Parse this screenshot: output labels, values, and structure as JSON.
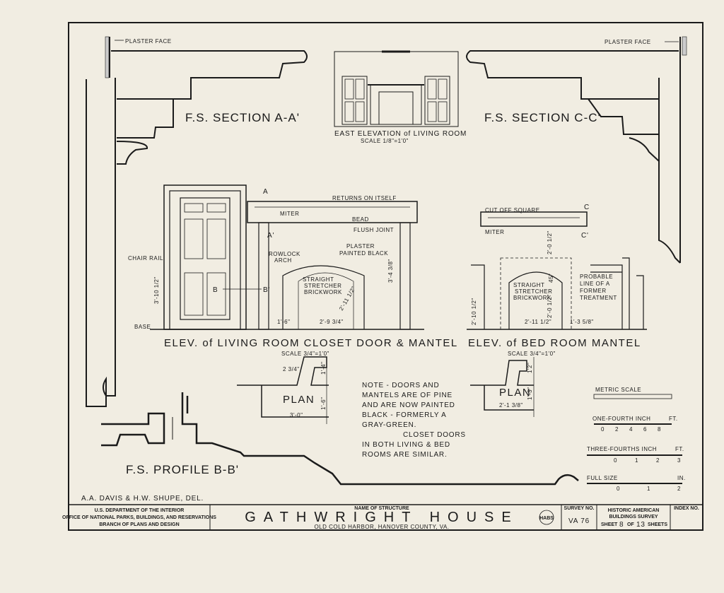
{
  "sheet": {
    "section_aa_label": "F.S. SECTION A-A'",
    "section_cc_label": "F.S. SECTION C-C'",
    "plaster_face_left": "PLASTER FACE",
    "plaster_face_right": "PLASTER FACE",
    "east_elevation_title": "EAST ELEVATION of LIVING ROOM",
    "east_elevation_scale": "SCALE 1/8\"=1'0\"",
    "living_elev_title": "ELEV. of LIVING ROOM CLOSET DOOR & MANTEL",
    "living_elev_scale": "SCALE 3/4\"=1'0\"",
    "bed_elev_title": "ELEV. of BED ROOM MANTEL",
    "bed_elev_scale": "SCALE 3/4\"=1'0\"",
    "profile_bb_label": "F.S. PROFILE B-B'",
    "plan_label_left": "PLAN",
    "plan_label_right": "PLAN"
  },
  "annotations": {
    "returns": "RETURNS ON ITSELF",
    "miter_left": "MITER",
    "bead": "BEAD",
    "flush_joint": "FLUSH JOINT",
    "plaster_painted_1": "PLASTER",
    "plaster_painted_2": "PAINTED BLACK",
    "rowlock_1": "ROWLOCK",
    "rowlock_2": "ARCH",
    "straight_1": "STRAIGHT",
    "straight_2": "STRETCHER",
    "straight_3": "BRICKWORK",
    "straight_b1": "STRAIGHT",
    "straight_b2": "STRETCHER",
    "straight_b3": "BRICKWORK",
    "chair_rail": "CHAIR RAIL",
    "base": "BASE",
    "cut_off": "CUT OFF SQUARE",
    "miter_right": "MITER",
    "probable_1": "PROBABLE",
    "probable_2": "LINE OF A",
    "probable_3": "FORMER",
    "probable_4": "TREATMENT",
    "mark_a": "A",
    "mark_a_prime": "A'",
    "mark_b": "B",
    "mark_b_prime": "B'",
    "mark_c": "C",
    "mark_c_prime": "C'"
  },
  "dimensions": {
    "d_1_6": "1'-6\"",
    "d_2_9": "2'-9 3/4\"",
    "d_3_10": "3'-10 1/2\"",
    "d_3_4": "3'-4 3/8\"",
    "d_2_11": "2'-11 1/2\"",
    "d_2_10a": "2'-10 1/2\"",
    "d_2_0": "2'-0 1/2\"",
    "d_2_0b": "2'-0 1/2\"",
    "d_2_11b": "2'-11 1/2\"",
    "d_1_3": "1'-3 5/8\"",
    "d_45": "45\"",
    "d_23_4": "2 3/4\"",
    "d_1_4": "1'-4\"",
    "d_1_6p": "1'-6\"",
    "d_3_0": "3'-0\"",
    "d_1_2": "1'2\"",
    "d_1_3p": "1'-3\"",
    "d_2_1": "2'-1 3/8\""
  },
  "note": {
    "lines": [
      "NOTE - DOORS AND",
      "MANTELS ARE OF PINE",
      "AND ARE NOW PAINTED",
      "BLACK - FORMERLY A",
      "GRAY-GREEN.",
      "CLOSET DOORS",
      "IN BOTH LIVING & BED",
      "ROOMS ARE SIMILAR."
    ]
  },
  "scales": {
    "metric": "METRIC SCALE",
    "quarter": "ONE-FOURTH INCH",
    "quarter_unit": "FT.",
    "quarter_ticks": [
      "0",
      "2",
      "4",
      "6",
      "8"
    ],
    "three_quarter": "THREE-FOURTHS INCH",
    "three_quarter_unit": "FT.",
    "three_quarter_ticks": [
      "0",
      "1",
      "2",
      "3"
    ],
    "full": "FULL SIZE",
    "full_unit": "IN.",
    "full_ticks": [
      "0",
      "1",
      "2"
    ]
  },
  "title_block": {
    "delineators": "A.A. DAVIS & H.W. SHUPE, DEL.",
    "dept_line1": "U.S. DEPARTMENT OF THE INTERIOR",
    "dept_line2": "OFFICE OF NATIONAL PARKS, BUILDINGS, AND RESERVATIONS",
    "dept_line3": "BRANCH OF PLANS AND DESIGN",
    "name_caption": "NAME OF STRUCTURE",
    "structure_name": "GATHWRIGHT HOUSE",
    "location": "OLD COLD HARBOR, HANOVER COUNTY, VA.",
    "survey_caption": "SURVEY NO.",
    "survey_no": "VA 76",
    "habs_line1": "HISTORIC AMERICAN",
    "habs_line2": "BUILDINGS SURVEY",
    "sheet_word": "SHEET",
    "sheet_no": "8",
    "of_word": "OF",
    "sheet_total": "13",
    "sheets_word": "SHEETS",
    "index_caption": "INDEX NO.",
    "seal_text": "HABS"
  },
  "colors": {
    "paper": "#f1ede2",
    "ink": "#1b1b1b"
  }
}
